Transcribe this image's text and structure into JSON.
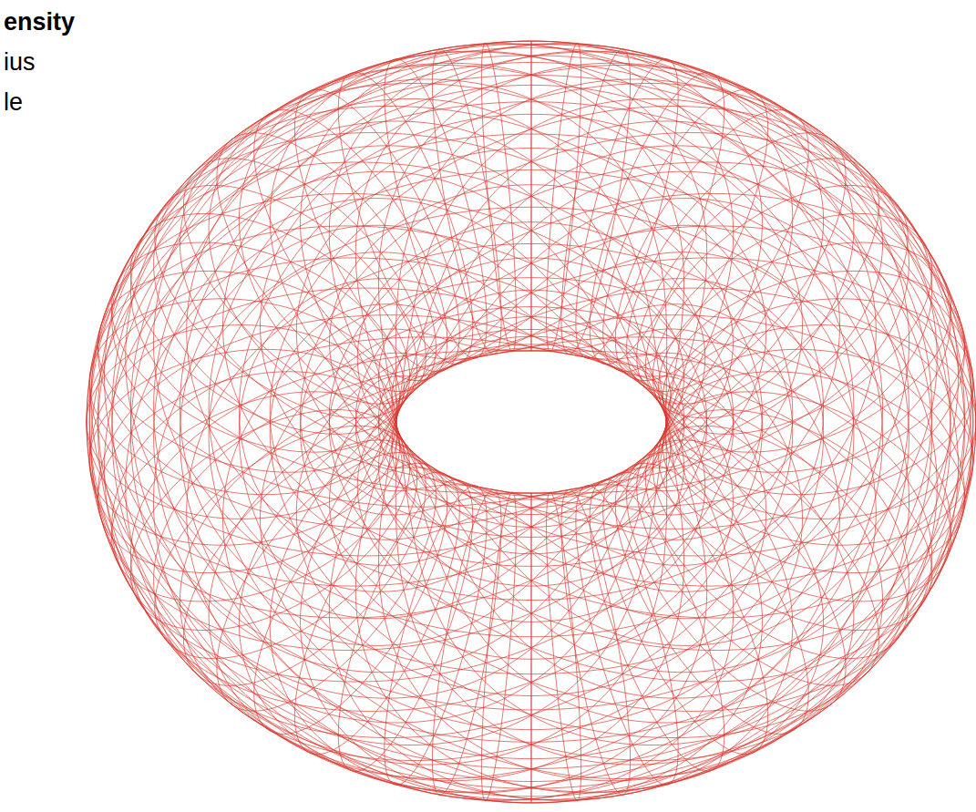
{
  "diagram": {
    "labels": [
      "ensity",
      "ius",
      "le"
    ]
  }
}
